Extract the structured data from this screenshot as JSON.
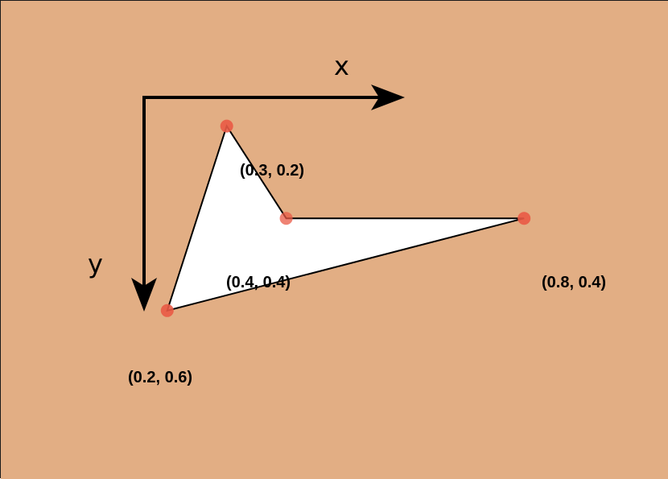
{
  "colors": {
    "background": "#e2ae84",
    "shape_fill": "#ffffff",
    "stroke": "#000000",
    "point": "#ea5a45"
  },
  "axes": {
    "x_label": "x",
    "y_label": "y"
  },
  "points": [
    {
      "label": "(0.3, 0.2)",
      "x": 0.3,
      "y": 0.2
    },
    {
      "label": "(0.4, 0.4)",
      "x": 0.4,
      "y": 0.4
    },
    {
      "label": "(0.8, 0.4)",
      "x": 0.8,
      "y": 0.4
    },
    {
      "label": "(0.2, 0.6)",
      "x": 0.2,
      "y": 0.6
    }
  ]
}
